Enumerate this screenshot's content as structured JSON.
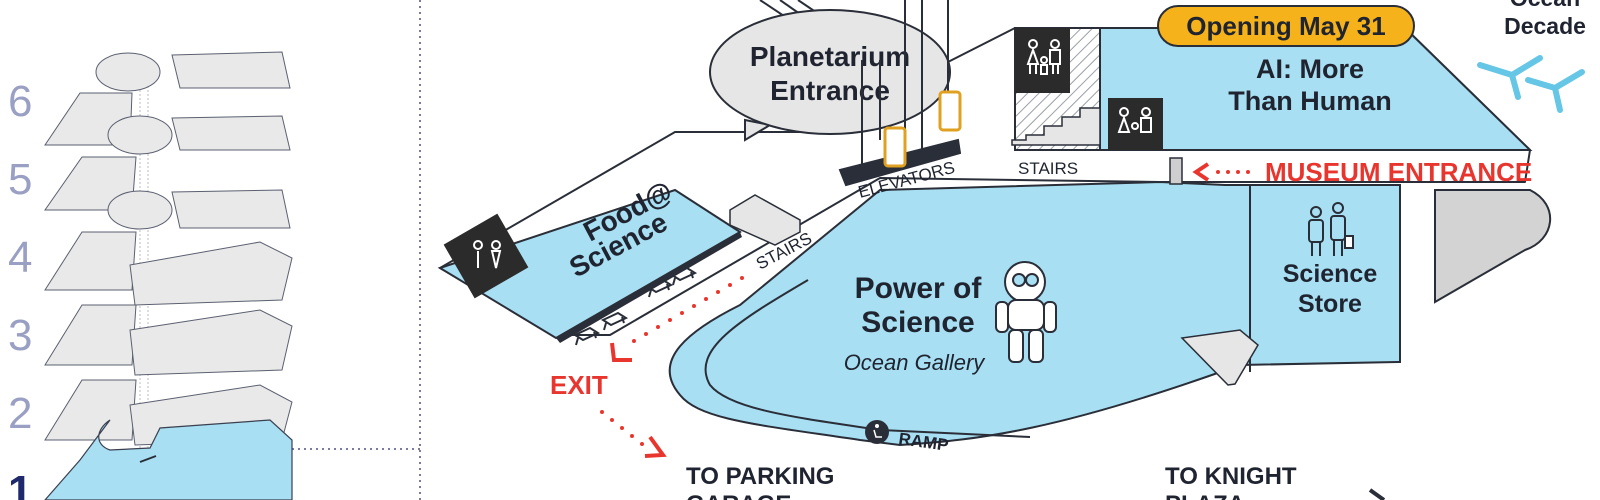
{
  "levels": [
    "6",
    "5",
    "4",
    "3",
    "2",
    "1"
  ],
  "current_level": "1",
  "colors": {
    "gallery": "#a8dff2",
    "floor_plate": "#e9e9e9",
    "outline": "#2a2e38",
    "banner": "#f5b21b",
    "accent": "#e8362f",
    "restroom_bg": "#2b2b2b"
  },
  "map": {
    "banner": "Opening May 31",
    "ocean_decade_1": "Ocean",
    "ocean_decade_2": "Decade",
    "ai_line1": "AI: More",
    "ai_line2": "Than Human",
    "planetarium_line1": "Planetarium",
    "planetarium_line2": "Entrance",
    "elevators": "ELEVATORS",
    "stairs_top": "STAIRS",
    "stairs_left": "STAIRS",
    "museum_entrance": "MUSEUM ENTRANCE",
    "food_line1": "Food@",
    "food_line2": "Science",
    "power_line1": "Power of",
    "power_line2": "Science",
    "ocean_gallery": "Ocean Gallery",
    "store_line1": "Science",
    "store_line2": "Store",
    "exit": "EXIT",
    "ramp": "RAMP",
    "parking_1": "TO PARKING",
    "parking_2": "GARAGE",
    "knight_1": "TO KNIGHT",
    "knight_2": "PLAZA"
  },
  "icons": [
    "restroom-icon",
    "family-restroom-icon",
    "accessible-icon",
    "diver-suit-icon",
    "shoppers-icon",
    "picnic-table-icon",
    "stairs-icon",
    "elevator-icon",
    "arrow-icon"
  ]
}
